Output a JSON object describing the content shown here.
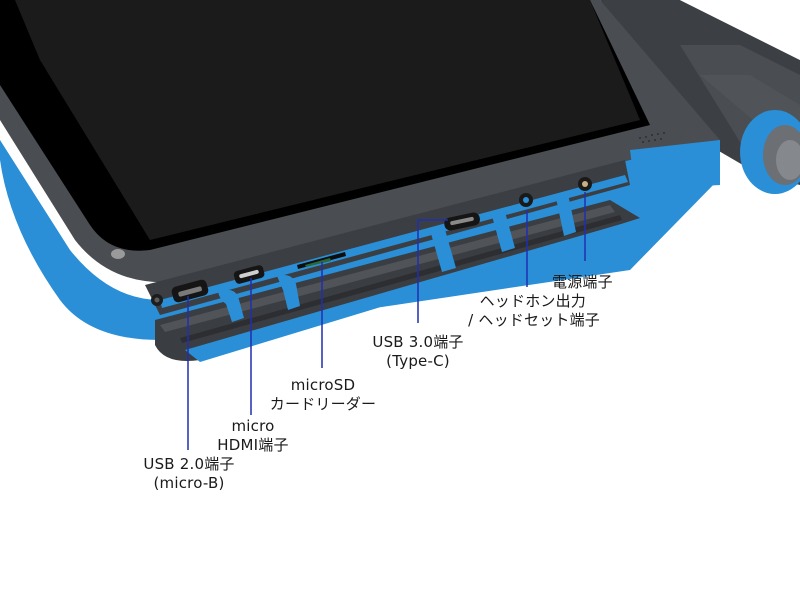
{
  "diagram": {
    "subject": "tablet-port-panel",
    "colors": {
      "bumper_blue": "#2a8fd6",
      "body_gray": "#4a4d52",
      "screen_black": "#1a1a1a",
      "leader_line": "#1f2fb0",
      "label_text": "#1a1a1a",
      "background": "#ffffff"
    },
    "callouts": [
      {
        "id": "usb20",
        "lines": [
          "USB 2.0端子",
          "(micro-B)"
        ]
      },
      {
        "id": "micro-hdmi",
        "lines": [
          "micro",
          "HDMI端子"
        ]
      },
      {
        "id": "microsd",
        "lines": [
          "microSD",
          "カードリーダー"
        ]
      },
      {
        "id": "usb30",
        "lines": [
          "USB 3.0端子",
          "(Type-C)"
        ]
      },
      {
        "id": "headphone",
        "lines": [
          "ヘッドホン出力",
          "/ ヘッドセット端子"
        ]
      },
      {
        "id": "power",
        "lines": [
          "電源端子"
        ]
      }
    ]
  }
}
